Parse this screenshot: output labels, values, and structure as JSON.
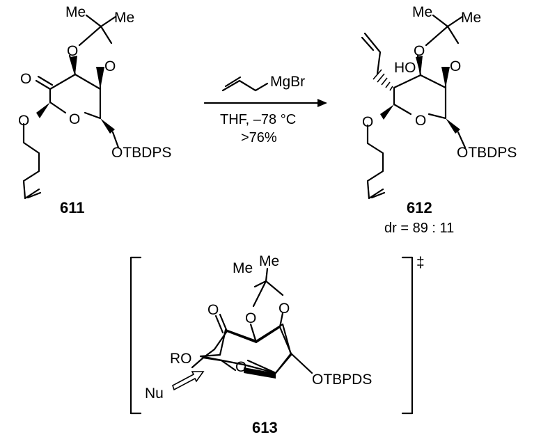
{
  "reaction": {
    "reagent_label": "MgBr",
    "conditions_line1": "THF, –78 °C",
    "conditions_line2": ">76%"
  },
  "compound_611": {
    "label": "611",
    "carbonyl_o": "O",
    "ring_o": "O",
    "dioxolane_o1": "O",
    "dioxolane_o2": "O",
    "me1": "Me",
    "me2": "Me",
    "glycosidic_o": "O",
    "silyl_ether": "OTBDPS"
  },
  "compound_612": {
    "label": "612",
    "hydroxyl": "HO",
    "ring_o": "O",
    "dioxolane_o1": "O",
    "dioxolane_o2": "O",
    "me1": "Me",
    "me2": "Me",
    "glycosidic_o": "O",
    "silyl_ether": "OTBDPS",
    "dr": "dr = 89 : 11"
  },
  "ts_613": {
    "label": "613",
    "dagger": "‡",
    "me1": "Me",
    "me2": "Me",
    "carbonyl_o": "O",
    "ring_o": "O",
    "dioxolane_o1": "O",
    "dioxolane_o2": "O",
    "ro": "RO",
    "nu": "Nu",
    "silyl_ether": "OTBPDS"
  }
}
